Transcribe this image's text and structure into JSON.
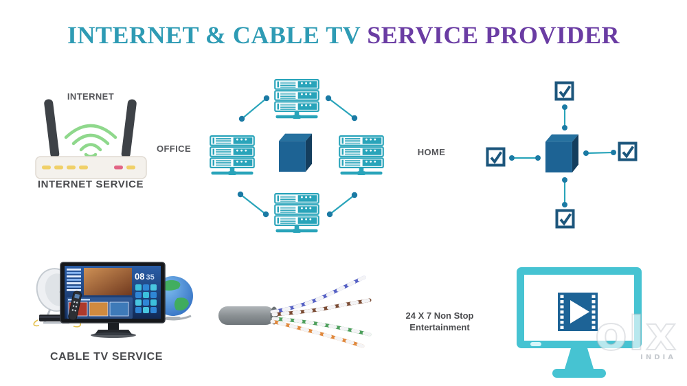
{
  "title": {
    "part1": "INTERNET & CABLE TV",
    "part2": "SERVICE PROVIDER"
  },
  "labels": {
    "internet": "INTERNET",
    "office": "OFFICE",
    "home": "HOME",
    "internet_service": "INTERNET SERVICE",
    "cable_tv_service": "CABLE TV SERVICE",
    "entertainment_line1": "24 X 7 Non Stop",
    "entertainment_line2": "Entertainment"
  },
  "tv_screen": {
    "clock_hours": "08",
    "clock_minutes": "35"
  },
  "watermark": {
    "brand": "olx",
    "country": "INDIA"
  },
  "colors": {
    "title_teal": "#2e9bb4",
    "title_purple": "#6a3ca3",
    "icon_teal": "#29a4ba",
    "connector_dot_blue": "#1b7aa4",
    "cube_front_blue": "#1d6394",
    "cube_top_blue": "#26719f",
    "cube_side_blue": "#143e5e",
    "checkbox_navy": "#1c567c",
    "wifi_green": "#8fd88c",
    "monitor_teal": "#46c3d2",
    "film_icon_navy": "#1d6396",
    "label_gray": "#55565a",
    "pair_blue": "#5560c4",
    "pair_brown": "#7a4b33",
    "pair_green": "#4d9f5c",
    "pair_orange": "#e0883c"
  },
  "icons": [
    "router-icon",
    "wifi-icon",
    "server-rack-icon",
    "network-cube-icon",
    "checkbox-icon",
    "satellite-dish-icon",
    "smart-tv-icon",
    "globe-icon",
    "remote-control-icon",
    "set-top-box-icon",
    "ethernet-cable-icon",
    "monitor-icon",
    "video-play-icon"
  ]
}
